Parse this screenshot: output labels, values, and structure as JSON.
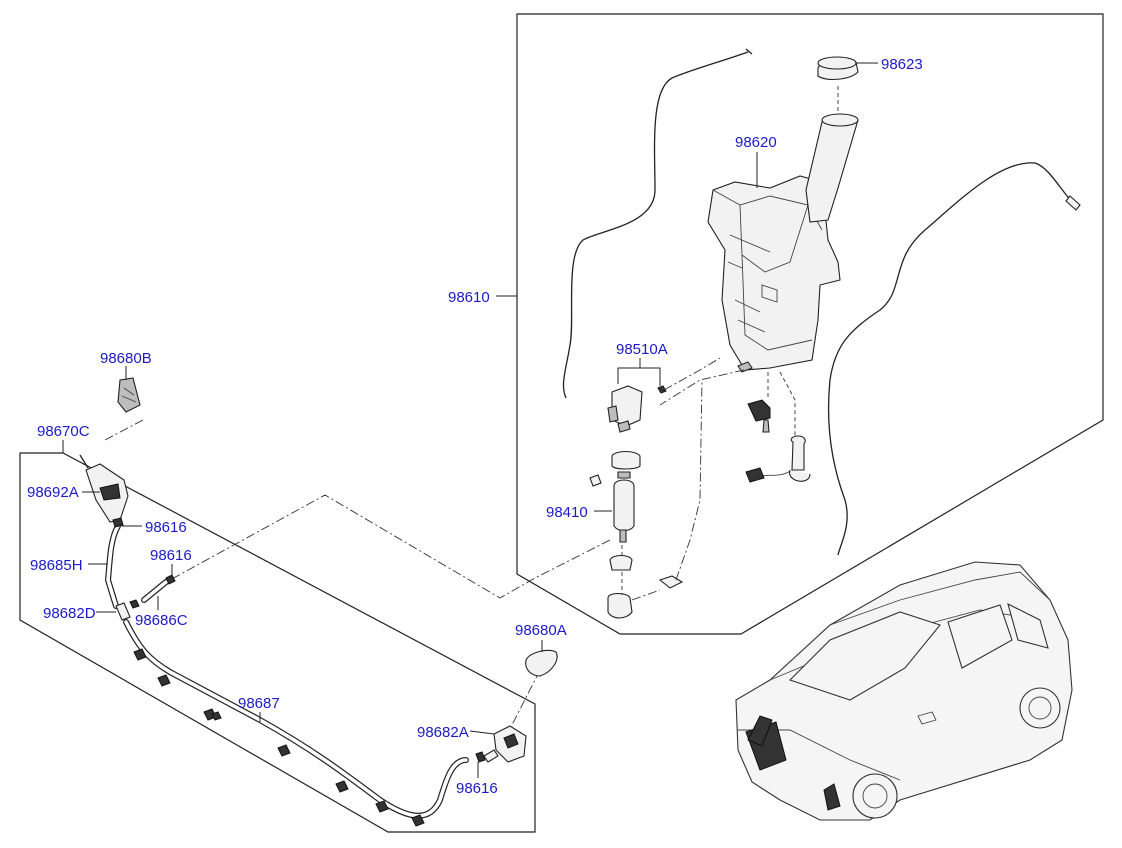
{
  "labels": {
    "l98623": "98623",
    "l98620": "98620",
    "l98610": "98610",
    "l98510A": "98510A",
    "l98410": "98410",
    "l98680B": "98680B",
    "l98670C": "98670C",
    "l98692A": "98692A",
    "l98616a": "98616",
    "l98685H": "98685H",
    "l98616b": "98616",
    "l98682D": "98682D",
    "l98686C": "98686C",
    "l98680A": "98680A",
    "l98687": "98687",
    "l98682A": "98682A",
    "l98616c": "98616"
  },
  "colors": {
    "label": "#1a1ac8",
    "line": "#222222",
    "background": "#ffffff"
  }
}
